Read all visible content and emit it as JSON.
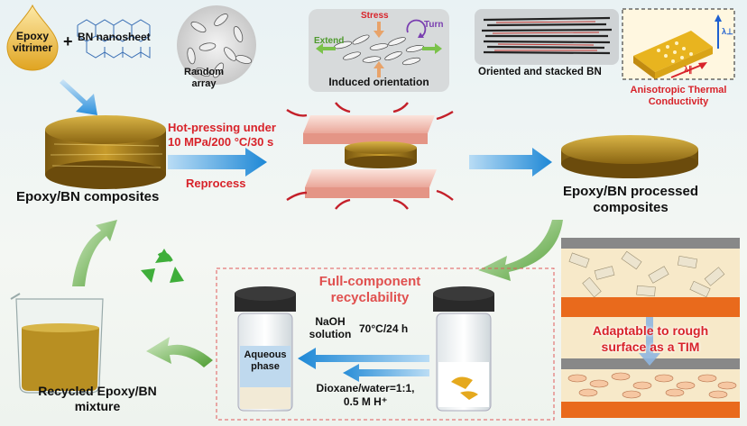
{
  "inputs": {
    "epoxy_line1": "Epoxy",
    "epoxy_line2": "vitrimer",
    "plus": "+",
    "bn": "BN nanosheet"
  },
  "random_array": {
    "line1": "Random",
    "line2": "array"
  },
  "induced": {
    "stress": "Stress",
    "turn": "Turn",
    "extend": "Extend",
    "caption": "Induced orientation"
  },
  "oriented": {
    "caption": "Oriented and stacked BN"
  },
  "anisotropic": {
    "line1": "Anisotropic Thermal",
    "line2": "Conductivity",
    "lambda_perp": "λ⊥",
    "lambda_par": "λ∥"
  },
  "hot_press": {
    "line1": "Hot-pressing under",
    "line2": "10 MPa/200 °C/30 s",
    "reprocess": "Reprocess"
  },
  "composites": {
    "label": "Epoxy/BN composites"
  },
  "processed": {
    "line1": "Epoxy/BN processed",
    "line2": "composites"
  },
  "recycle": {
    "title_line1": "Full-component",
    "title_line2": "recyclability",
    "naoh_line1": "NaOH",
    "naoh_line2": "solution",
    "temp": "70°C/24 h",
    "solvent_line1": "Dioxane/water=1:1,",
    "solvent_line2": "0.5 M H⁺",
    "aqueous_line1": "Aqueous",
    "aqueous_line2": "phase"
  },
  "recycled": {
    "line1": "Recycled Epoxy/BN",
    "line2": "mixture"
  },
  "tim": {
    "line1": "Adaptable to rough",
    "line2": "surface as a TIM"
  },
  "colors": {
    "accent_red": "#d8232a",
    "arrow_blue": "#1e88d6",
    "arrow_green": "#5aa63a",
    "gold": "#b8901c"
  }
}
